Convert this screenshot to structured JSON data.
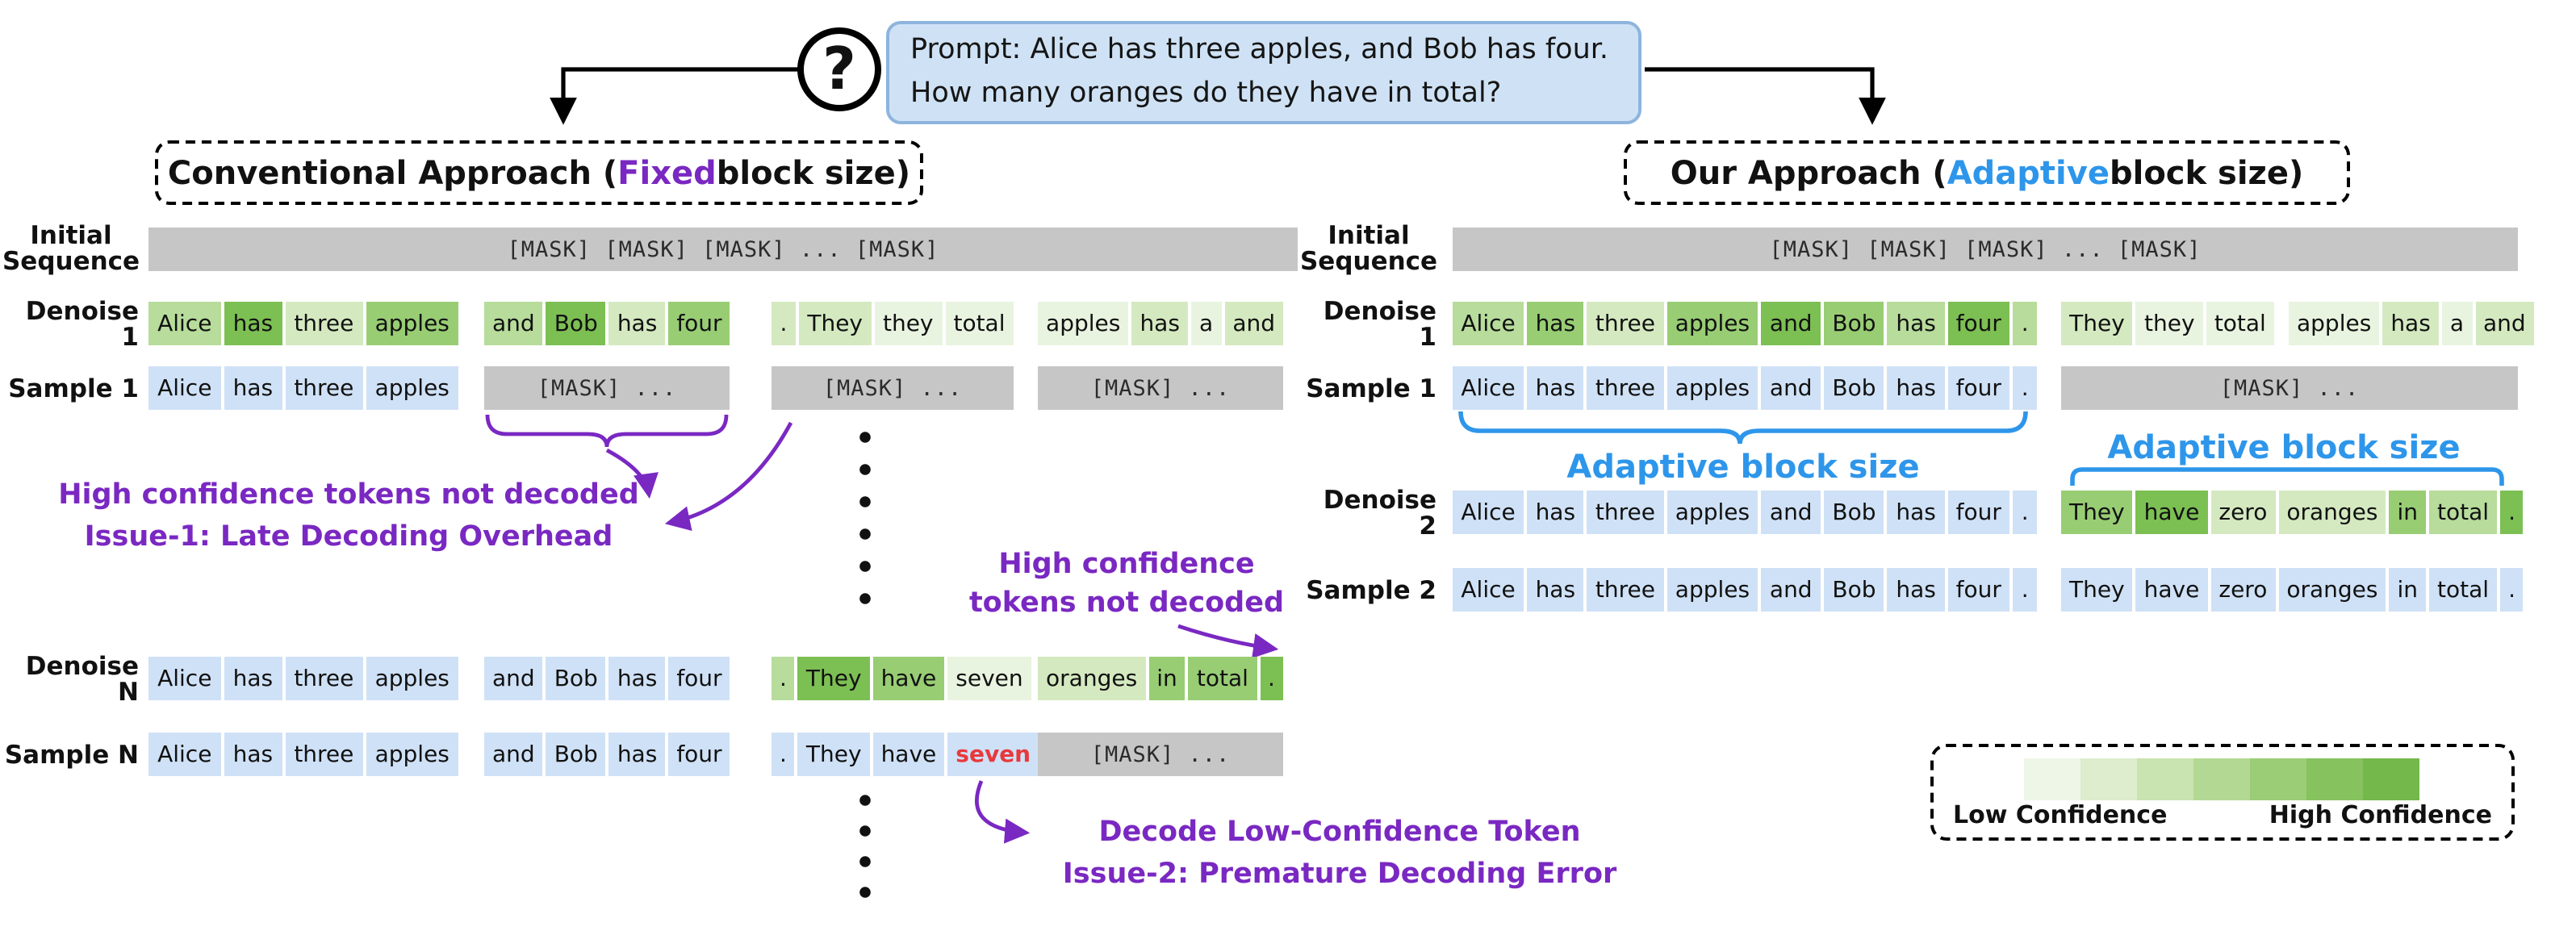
{
  "colors": {
    "purple": "#7a28c2",
    "blue": "#2e96ea",
    "red": "#e8393d",
    "b": "#cfe1f6",
    "mask": "#c6c6c6",
    "g1": "#e9f4e0",
    "g2": "#d4e9c0",
    "g3": "#b7dc9b",
    "g4": "#98cd74",
    "g5": "#7cbf53"
  },
  "prompt": {
    "icon_glyph": "?",
    "line1": "Prompt: Alice has three apples, and Bob has four.",
    "line2": "How many oranges do they have in total?"
  },
  "panels": {
    "left": {
      "title_pre": "Conventional Approach (",
      "title_accent": "Fixed",
      "title_post": " block size)"
    },
    "right": {
      "title_pre": "Our Approach (",
      "title_accent": "Adaptive",
      "title_post": " block size)"
    }
  },
  "masks": {
    "bar": "[MASK] [MASK] [MASK] ... [MASK]",
    "short": "[MASK] ..."
  },
  "left_rows": {
    "initial": {
      "label": "Initial Sequence"
    },
    "denoise1": {
      "label": "Denoise 1",
      "g1": [
        {
          "t": "Alice",
          "c": "g3"
        },
        {
          "t": "has",
          "c": "g5"
        },
        {
          "t": "three",
          "c": "g2"
        },
        {
          "t": "apples",
          "c": "g4"
        }
      ],
      "g2": [
        {
          "t": "and",
          "c": "g3"
        },
        {
          "t": "Bob",
          "c": "g5"
        },
        {
          "t": "has",
          "c": "g2"
        },
        {
          "t": "four",
          "c": "g4"
        }
      ],
      "g3": [
        {
          "t": ".",
          "c": "g2"
        },
        {
          "t": "They",
          "c": "g2"
        },
        {
          "t": "they",
          "c": "g1"
        },
        {
          "t": "total",
          "c": "g1"
        }
      ],
      "g4": [
        {
          "t": "apples",
          "c": "g1"
        },
        {
          "t": "has",
          "c": "g2"
        },
        {
          "t": "a",
          "c": "g1"
        },
        {
          "t": "and",
          "c": "g2"
        }
      ]
    },
    "sample1": {
      "label": "Sample 1",
      "g1": [
        {
          "t": "Alice",
          "c": "b"
        },
        {
          "t": "has",
          "c": "b"
        },
        {
          "t": "three",
          "c": "b"
        },
        {
          "t": "apples",
          "c": "b"
        }
      ]
    },
    "denoiseN": {
      "label": "Denoise N",
      "g1": [
        {
          "t": "Alice",
          "c": "b"
        },
        {
          "t": "has",
          "c": "b"
        },
        {
          "t": "three",
          "c": "b"
        },
        {
          "t": "apples",
          "c": "b"
        }
      ],
      "g2": [
        {
          "t": "and",
          "c": "b"
        },
        {
          "t": "Bob",
          "c": "b"
        },
        {
          "t": "has",
          "c": "b"
        },
        {
          "t": "four",
          "c": "b"
        }
      ],
      "g3": [
        {
          "t": ".",
          "c": "g3"
        },
        {
          "t": "They",
          "c": "g5"
        },
        {
          "t": "have",
          "c": "g4"
        },
        {
          "t": "seven",
          "c": "g1"
        }
      ],
      "g4": [
        {
          "t": "oranges",
          "c": "g2"
        },
        {
          "t": "in",
          "c": "g4"
        },
        {
          "t": "total",
          "c": "g4"
        },
        {
          "t": ".",
          "c": "g5"
        }
      ]
    },
    "sampleN": {
      "label": "Sample N",
      "g1": [
        {
          "t": "Alice",
          "c": "b"
        },
        {
          "t": "has",
          "c": "b"
        },
        {
          "t": "three",
          "c": "b"
        },
        {
          "t": "apples",
          "c": "b"
        }
      ],
      "g2": [
        {
          "t": "and",
          "c": "b"
        },
        {
          "t": "Bob",
          "c": "b"
        },
        {
          "t": "has",
          "c": "b"
        },
        {
          "t": "four",
          "c": "b"
        }
      ],
      "g3": [
        {
          "t": ".",
          "c": "b"
        },
        {
          "t": "They",
          "c": "b"
        },
        {
          "t": "have",
          "c": "b"
        },
        {
          "t": "seven",
          "c": "b",
          "fg": "red"
        }
      ]
    }
  },
  "right_rows": {
    "initial": {
      "label": "Initial Sequence"
    },
    "denoise1": {
      "label": "Denoise 1",
      "g1": [
        {
          "t": "Alice",
          "c": "g3"
        },
        {
          "t": "has",
          "c": "g4"
        },
        {
          "t": "three",
          "c": "g2"
        },
        {
          "t": "apples",
          "c": "g4"
        },
        {
          "t": "and",
          "c": "g5"
        },
        {
          "t": "Bob",
          "c": "g4"
        },
        {
          "t": "has",
          "c": "g3"
        },
        {
          "t": "four",
          "c": "g5"
        },
        {
          "t": ".",
          "c": "g3"
        }
      ],
      "g2": [
        {
          "t": "They",
          "c": "g2"
        },
        {
          "t": "they",
          "c": "g1"
        },
        {
          "t": "total",
          "c": "g1"
        }
      ],
      "g3": [
        {
          "t": "apples",
          "c": "g1"
        },
        {
          "t": "has",
          "c": "g2"
        },
        {
          "t": "a",
          "c": "g1"
        },
        {
          "t": "and",
          "c": "g2"
        }
      ]
    },
    "sample1": {
      "label": "Sample 1",
      "g1": [
        {
          "t": "Alice",
          "c": "b"
        },
        {
          "t": "has",
          "c": "b"
        },
        {
          "t": "three",
          "c": "b"
        },
        {
          "t": "apples",
          "c": "b"
        },
        {
          "t": "and",
          "c": "b"
        },
        {
          "t": "Bob",
          "c": "b"
        },
        {
          "t": "has",
          "c": "b"
        },
        {
          "t": "four",
          "c": "b"
        },
        {
          "t": ".",
          "c": "b"
        }
      ]
    },
    "denoise2": {
      "label": "Denoise 2",
      "g1": [
        {
          "t": "Alice",
          "c": "b"
        },
        {
          "t": "has",
          "c": "b"
        },
        {
          "t": "three",
          "c": "b"
        },
        {
          "t": "apples",
          "c": "b"
        },
        {
          "t": "and",
          "c": "b"
        },
        {
          "t": "Bob",
          "c": "b"
        },
        {
          "t": "has",
          "c": "b"
        },
        {
          "t": "four",
          "c": "b"
        },
        {
          "t": ".",
          "c": "b"
        }
      ],
      "g2": [
        {
          "t": "They",
          "c": "g4"
        },
        {
          "t": "have",
          "c": "g5"
        },
        {
          "t": "zero",
          "c": "g2"
        },
        {
          "t": "oranges",
          "c": "g2"
        },
        {
          "t": "in",
          "c": "g4"
        },
        {
          "t": "total",
          "c": "g3"
        },
        {
          "t": ".",
          "c": "g5"
        }
      ]
    },
    "sample2": {
      "label": "Sample 2",
      "g1": [
        {
          "t": "Alice",
          "c": "b"
        },
        {
          "t": "has",
          "c": "b"
        },
        {
          "t": "three",
          "c": "b"
        },
        {
          "t": "apples",
          "c": "b"
        },
        {
          "t": "and",
          "c": "b"
        },
        {
          "t": "Bob",
          "c": "b"
        },
        {
          "t": "has",
          "c": "b"
        },
        {
          "t": "four",
          "c": "b"
        },
        {
          "t": ".",
          "c": "b"
        }
      ],
      "g2": [
        {
          "t": "They",
          "c": "b"
        },
        {
          "t": "have",
          "c": "b"
        },
        {
          "t": "zero",
          "c": "b"
        },
        {
          "t": "oranges",
          "c": "b"
        },
        {
          "t": "in",
          "c": "b"
        },
        {
          "t": "total",
          "c": "b"
        },
        {
          "t": ".",
          "c": "b"
        }
      ]
    }
  },
  "annotations": {
    "issue1_line1": "High confidence tokens not decoded",
    "issue1_line2": "Issue-1: Late Decoding Overhead",
    "mid_line1": "High confidence",
    "mid_line2": "tokens not decoded",
    "issue2_line1": "Decode Low-Confidence Token",
    "issue2_line2": "Issue-2: Premature Decoding Error",
    "adaptive_left": "Adaptive block size",
    "adaptive_right": "Adaptive block size"
  },
  "legend": {
    "low": "Low Confidence",
    "high": "High Confidence",
    "swatches": [
      "#eef6e8",
      "#ddedcd",
      "#c9e3b1",
      "#b3d893",
      "#9bcd77",
      "#86c25e",
      "#74b84b"
    ]
  }
}
